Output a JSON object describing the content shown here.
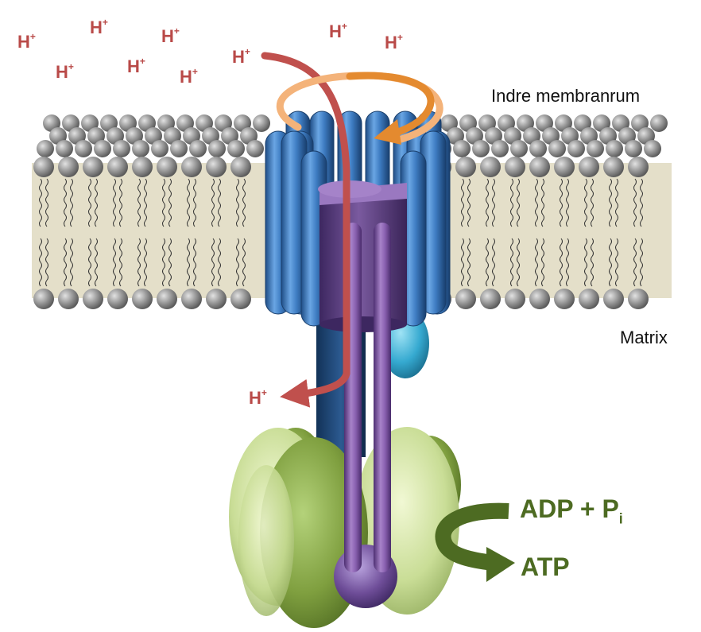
{
  "labels": {
    "proton": "H",
    "proton_charge": "+",
    "inner_space": "Indre membranrum",
    "matrix": "Matrix",
    "substrate": "ADP + P",
    "substrate_sub": "i",
    "product": "ATP"
  },
  "colors": {
    "proton_text": "#b94a48",
    "membrane_fill": "#e4dfc9",
    "lipid_head": "#8e8e8e",
    "fo_blue": "#3e7cc2",
    "stalk_purple": "#8d62b3",
    "f1_green": "#9bb85a",
    "atp_arrow": "#4d6b22",
    "rotation_arrow": "#e88a35"
  }
}
